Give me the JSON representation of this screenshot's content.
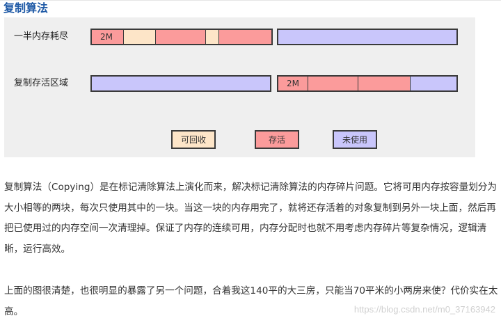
{
  "heading": "复制算法",
  "figure": {
    "row1_label": "一半内存耗尽",
    "row2_label": "复制存活区域",
    "seg_size_label": "2M",
    "legend": {
      "reclaimable": "可回收",
      "live": "存活",
      "unused": "未使用"
    }
  },
  "paragraphs": [
    "复制算法（Copying）是在标记清除算法上演化而来，解决标记清除算法的内存碎片问题。它将可用内存按容量划分为大小相等的两块，每次只使用其中的一块。当这一块的内存用完了，就将还存活着的对象复制到另外一块上面，然后再把已使用过的内存空间一次清理掉。保证了内存的连续可用，内存分配时也就不用考虑内存碎片等复杂情况，逻辑清晰，运行高效。",
    "上面的图很清楚，也很明显的暴露了另一个问题，合着我这140平的大三房，只能当70平米的小两房来使？代价实在太高。"
  ],
  "watermark": "https://blog.csdn.net/m0_37163942",
  "colors": {
    "heading": "#1f5aa6",
    "reclaimable": "#fde5c8",
    "live": "#fb9b9b",
    "unused": "#c9c6fb",
    "figure_bg": "#efefef"
  }
}
